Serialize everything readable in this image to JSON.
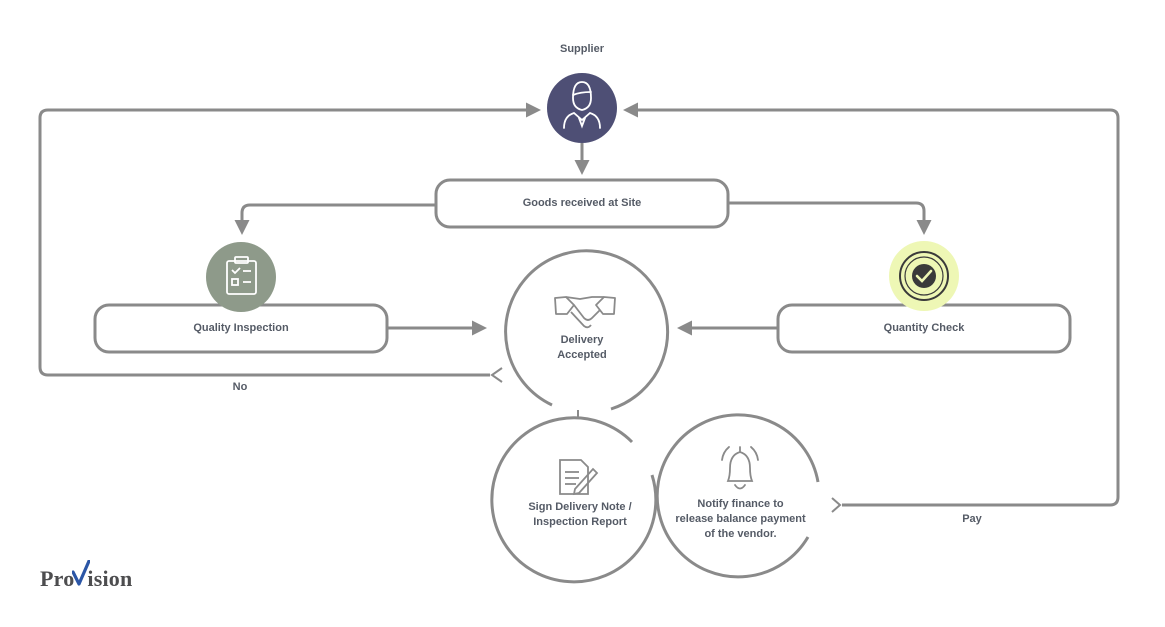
{
  "diagram": {
    "supplier_label": "Supplier",
    "goods_received": "Goods received at Site",
    "quality_inspection": "Quality Inspection",
    "quantity_check": "Quantity Check",
    "delivery_accepted_line1": "Delivery",
    "delivery_accepted_line2": "Accepted",
    "sign_note_line1": "Sign Delivery Note /",
    "sign_note_line2": "Inspection Report",
    "notify_line1": "Notify finance to",
    "notify_line2": "release balance payment",
    "notify_line3": "of the vendor.",
    "no_label": "No",
    "pay_label": "Pay"
  },
  "logo": {
    "prefix": "Pro",
    "suffix": "ision"
  },
  "colors": {
    "line": "#8a8a8a",
    "box_border": "#8a8a8a",
    "supplier_circle": "#4e4f75",
    "quality_circle": "#8e9a8a",
    "quantity_circle": "#eef7b5",
    "logo_check": "#2b56a6"
  }
}
